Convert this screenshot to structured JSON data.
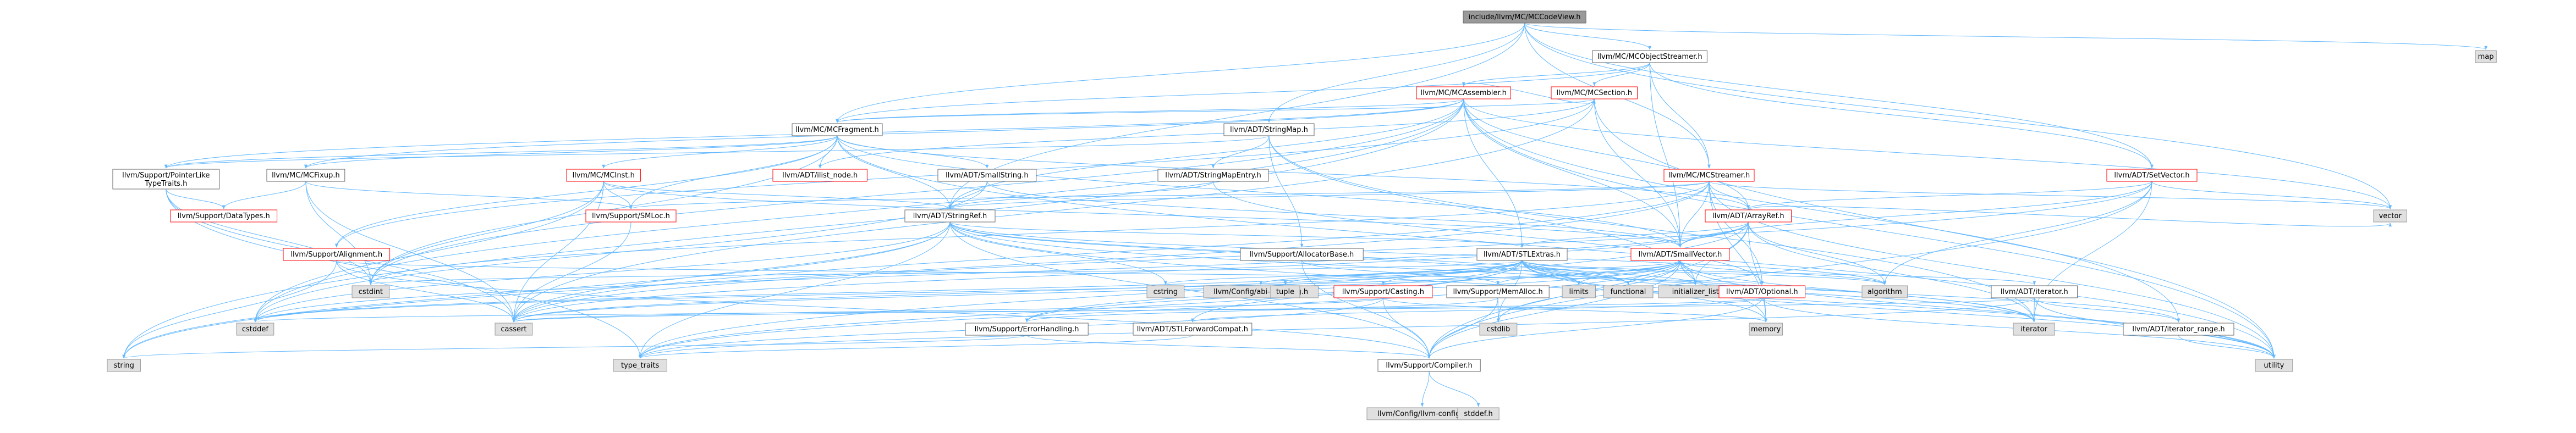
{
  "colors": {
    "root_fill": "#999999",
    "link_node_fill": "#ffffff",
    "link_node_border_red": "#ff0000",
    "link_node_border_gray": "#666666",
    "system_header_fill": "#e0e0e0",
    "system_header_border": "#999999",
    "edge": "#63b8ff"
  },
  "nodes": [
    {
      "id": "root",
      "label": "include/llvm/MC/MCCodeView.h",
      "kind": "root"
    },
    {
      "id": "mcobjstreamer",
      "label": "llvm/MC/MCObjectStreamer.h",
      "kind": "gray"
    },
    {
      "id": "map",
      "label": "map",
      "kind": "sys"
    },
    {
      "id": "mcassembler",
      "label": "llvm/MC/MCAssembler.h",
      "kind": "red"
    },
    {
      "id": "mcsection",
      "label": "llvm/MC/MCSection.h",
      "kind": "red"
    },
    {
      "id": "mcfragment",
      "label": "llvm/MC/MCFragment.h",
      "kind": "gray"
    },
    {
      "id": "stringmap",
      "label": "llvm/ADT/StringMap.h",
      "kind": "gray"
    },
    {
      "id": "pointerlike",
      "label": "llvm/Support/PointerLike\nTypeTraits.h",
      "kind": "gray"
    },
    {
      "id": "mcfixup",
      "label": "llvm/MC/MCFixup.h",
      "kind": "gray"
    },
    {
      "id": "mcinst",
      "label": "llvm/MC/MCInst.h",
      "kind": "red"
    },
    {
      "id": "ilistnode",
      "label": "llvm/ADT/ilist_node.h",
      "kind": "red"
    },
    {
      "id": "smallstring",
      "label": "llvm/ADT/SmallString.h",
      "kind": "gray"
    },
    {
      "id": "stringmapentry",
      "label": "llvm/ADT/StringMapEntry.h",
      "kind": "gray"
    },
    {
      "id": "mcstreamer",
      "label": "llvm/MC/MCStreamer.h",
      "kind": "red"
    },
    {
      "id": "setvector",
      "label": "llvm/ADT/SetVector.h",
      "kind": "red"
    },
    {
      "id": "datatypes",
      "label": "llvm/Support/DataTypes.h",
      "kind": "red"
    },
    {
      "id": "smloc",
      "label": "llvm/Support/SMLoc.h",
      "kind": "red"
    },
    {
      "id": "stringref",
      "label": "llvm/ADT/StringRef.h",
      "kind": "gray"
    },
    {
      "id": "arrayref",
      "label": "llvm/ADT/ArrayRef.h",
      "kind": "red"
    },
    {
      "id": "alignment",
      "label": "llvm/Support/Alignment.h",
      "kind": "red"
    },
    {
      "id": "allocatorbase",
      "label": "llvm/Support/AllocatorBase.h",
      "kind": "gray"
    },
    {
      "id": "stlextras",
      "label": "llvm/ADT/STLExtras.h",
      "kind": "gray"
    },
    {
      "id": "smallvector",
      "label": "llvm/ADT/SmallVector.h",
      "kind": "red"
    },
    {
      "id": "vector",
      "label": "vector",
      "kind": "sys"
    },
    {
      "id": "cstdint",
      "label": "cstdint",
      "kind": "sys"
    },
    {
      "id": "cstring",
      "label": "cstring",
      "kind": "sys"
    },
    {
      "id": "abibreaking",
      "label": "llvm/Config/abi-breaking.h",
      "kind": "sys"
    },
    {
      "id": "tuple",
      "label": "tuple",
      "kind": "sys"
    },
    {
      "id": "casting",
      "label": "llvm/Support/Casting.h",
      "kind": "red"
    },
    {
      "id": "memalloc",
      "label": "llvm/Support/MemAlloc.h",
      "kind": "gray"
    },
    {
      "id": "limits",
      "label": "limits",
      "kind": "sys"
    },
    {
      "id": "functional",
      "label": "functional",
      "kind": "sys"
    },
    {
      "id": "initlist",
      "label": "initializer_list",
      "kind": "sys"
    },
    {
      "id": "optional",
      "label": "llvm/ADT/Optional.h",
      "kind": "red"
    },
    {
      "id": "algorithm",
      "label": "algorithm",
      "kind": "sys"
    },
    {
      "id": "iteratorh",
      "label": "llvm/ADT/iterator.h",
      "kind": "gray"
    },
    {
      "id": "cstddef",
      "label": "cstddef",
      "kind": "sys"
    },
    {
      "id": "cassert",
      "label": "cassert",
      "kind": "sys"
    },
    {
      "id": "errorhandling",
      "label": "llvm/Support/ErrorHandling.h",
      "kind": "gray"
    },
    {
      "id": "stlforward",
      "label": "llvm/ADT/STLForwardCompat.h",
      "kind": "gray"
    },
    {
      "id": "cstdlib",
      "label": "cstdlib",
      "kind": "sys"
    },
    {
      "id": "memory",
      "label": "memory",
      "kind": "sys"
    },
    {
      "id": "iterator",
      "label": "iterator",
      "kind": "sys"
    },
    {
      "id": "iteratorrange",
      "label": "llvm/ADT/iterator_range.h",
      "kind": "gray"
    },
    {
      "id": "string",
      "label": "string",
      "kind": "sys"
    },
    {
      "id": "typetraits",
      "label": "type_traits",
      "kind": "sys"
    },
    {
      "id": "compiler",
      "label": "llvm/Support/Compiler.h",
      "kind": "gray"
    },
    {
      "id": "utility",
      "label": "utility",
      "kind": "sys"
    },
    {
      "id": "llvmconfig",
      "label": "llvm/Config/llvm-config.h",
      "kind": "sys"
    },
    {
      "id": "cstddef2",
      "label": "stddef.h",
      "kind": "sys"
    }
  ],
  "edges": [
    [
      "root",
      "mcobjstreamer"
    ],
    [
      "root",
      "map"
    ],
    [
      "root",
      "mcfragment"
    ],
    [
      "root",
      "stringmap"
    ],
    [
      "root",
      "stringref"
    ],
    [
      "root",
      "vector"
    ],
    [
      "root",
      "setvector"
    ],
    [
      "root",
      "mcstreamer"
    ],
    [
      "mcobjstreamer",
      "mcassembler"
    ],
    [
      "mcobjstreamer",
      "mcsection"
    ],
    [
      "mcobjstreamer",
      "mcfragment"
    ],
    [
      "mcobjstreamer",
      "mcstreamer"
    ],
    [
      "mcobjstreamer",
      "setvector"
    ],
    [
      "mcobjstreamer",
      "smallvector"
    ],
    [
      "mcassembler",
      "mcfragment"
    ],
    [
      "mcassembler",
      "mcsection"
    ],
    [
      "mcassembler",
      "mcfixup"
    ],
    [
      "mcassembler",
      "stringref"
    ],
    [
      "mcassembler",
      "arrayref"
    ],
    [
      "mcassembler",
      "stlextras"
    ],
    [
      "mcassembler",
      "smallvector"
    ],
    [
      "mcassembler",
      "string"
    ],
    [
      "mcassembler",
      "vector"
    ],
    [
      "mcassembler",
      "utility"
    ],
    [
      "mcassembler",
      "cstddef"
    ],
    [
      "mcassembler",
      "cstdint"
    ],
    [
      "mcassembler",
      "iteratorrange"
    ],
    [
      "mcassembler",
      "pointerlike"
    ],
    [
      "mcsection",
      "mcfragment"
    ],
    [
      "mcsection",
      "smallvector"
    ],
    [
      "mcsection",
      "alignment"
    ],
    [
      "mcsection",
      "ilistnode"
    ],
    [
      "mcsection",
      "cassert"
    ],
    [
      "mcsection",
      "utility"
    ],
    [
      "mcfragment",
      "pointerlike"
    ],
    [
      "mcfragment",
      "mcfixup"
    ],
    [
      "mcfragment",
      "mcinst"
    ],
    [
      "mcfragment",
      "ilistnode"
    ],
    [
      "mcfragment",
      "smallstring"
    ],
    [
      "mcfragment",
      "smallvector"
    ],
    [
      "mcfragment",
      "stringref"
    ],
    [
      "mcfragment",
      "arrayref"
    ],
    [
      "mcfragment",
      "alignment"
    ],
    [
      "mcfragment",
      "smloc"
    ],
    [
      "mcfragment",
      "cstdint"
    ],
    [
      "mcfragment",
      "utility"
    ],
    [
      "stringmap",
      "stringmapentry"
    ],
    [
      "stringmap",
      "allocatorbase"
    ],
    [
      "stringmap",
      "pointerlike"
    ],
    [
      "stringmap",
      "iterator"
    ],
    [
      "stringmap",
      "initlist"
    ],
    [
      "pointerlike",
      "datatypes"
    ],
    [
      "pointerlike",
      "cassert"
    ],
    [
      "pointerlike",
      "cstdint"
    ],
    [
      "pointerlike",
      "typetraits"
    ],
    [
      "mcfixup",
      "datatypes"
    ],
    [
      "mcfixup",
      "smloc"
    ],
    [
      "mcfixup",
      "cassert"
    ],
    [
      "mcfixup",
      "cstdint"
    ],
    [
      "mcinst",
      "smallvector"
    ],
    [
      "mcinst",
      "smloc"
    ],
    [
      "mcinst",
      "stringref"
    ],
    [
      "mcinst",
      "cassert"
    ],
    [
      "mcinst",
      "cstddef"
    ],
    [
      "mcinst",
      "cstdint"
    ],
    [
      "smallstring",
      "smallvector"
    ],
    [
      "smallstring",
      "stringref"
    ],
    [
      "smallstring",
      "cstddef"
    ],
    [
      "stringmapentry",
      "stringref"
    ],
    [
      "stringmapentry",
      "optional"
    ],
    [
      "mcstreamer",
      "arrayref"
    ],
    [
      "mcstreamer",
      "smallvector"
    ],
    [
      "mcstreamer",
      "stringref"
    ],
    [
      "mcstreamer",
      "smloc"
    ],
    [
      "mcstreamer",
      "optional"
    ],
    [
      "mcstreamer",
      "cassert"
    ],
    [
      "mcstreamer",
      "cstdint"
    ],
    [
      "mcstreamer",
      "memory"
    ],
    [
      "mcstreamer",
      "string"
    ],
    [
      "mcstreamer",
      "utility"
    ],
    [
      "mcstreamer",
      "vector"
    ],
    [
      "setvector",
      "arrayref"
    ],
    [
      "setvector",
      "smallvector"
    ],
    [
      "setvector",
      "compiler"
    ],
    [
      "setvector",
      "algorithm"
    ],
    [
      "setvector",
      "cassert"
    ],
    [
      "setvector",
      "iterator"
    ],
    [
      "setvector",
      "vector"
    ],
    [
      "smloc",
      "cassert"
    ],
    [
      "stringref",
      "stlextras"
    ],
    [
      "stringref",
      "compiler"
    ],
    [
      "stringref",
      "algorithm"
    ],
    [
      "stringref",
      "cassert"
    ],
    [
      "stringref",
      "cstddef"
    ],
    [
      "stringref",
      "cstring"
    ],
    [
      "stringref",
      "functional"
    ],
    [
      "stringref",
      "iterator"
    ],
    [
      "stringref",
      "limits"
    ],
    [
      "stringref",
      "string"
    ],
    [
      "stringref",
      "typetraits"
    ],
    [
      "stringref",
      "utility"
    ],
    [
      "arrayref",
      "smallvector"
    ],
    [
      "arrayref",
      "stlextras"
    ],
    [
      "arrayref",
      "compiler"
    ],
    [
      "arrayref",
      "algorithm"
    ],
    [
      "arrayref",
      "cassert"
    ],
    [
      "arrayref",
      "cstddef"
    ],
    [
      "arrayref",
      "initlist"
    ],
    [
      "arrayref",
      "iterator"
    ],
    [
      "arrayref",
      "memory"
    ],
    [
      "arrayref",
      "typetraits"
    ],
    [
      "arrayref",
      "vector"
    ],
    [
      "alignment",
      "compiler"
    ],
    [
      "alignment",
      "cassert"
    ],
    [
      "alignment",
      "optional"
    ],
    [
      "alignment",
      "string"
    ],
    [
      "allocatorbase",
      "compiler"
    ],
    [
      "allocatorbase",
      "memalloc"
    ],
    [
      "allocatorbase",
      "type_traits"
    ],
    [
      "stlextras",
      "stlforward"
    ],
    [
      "stlextras",
      "iteratorh"
    ],
    [
      "stlextras",
      "iteratorrange"
    ],
    [
      "stlextras",
      "abibreaking"
    ],
    [
      "stlextras",
      "errorhandling"
    ],
    [
      "stlextras",
      "casting"
    ],
    [
      "stlextras",
      "algorithm"
    ],
    [
      "stlextras",
      "cassert"
    ],
    [
      "stlextras",
      "cstddef"
    ],
    [
      "stlextras",
      "cstdint"
    ],
    [
      "stlextras",
      "cstdlib"
    ],
    [
      "stlextras",
      "functional"
    ],
    [
      "stlextras",
      "initlist"
    ],
    [
      "stlextras",
      "iterator"
    ],
    [
      "stlextras",
      "limits"
    ],
    [
      "stlextras",
      "memory"
    ],
    [
      "stlextras",
      "tuple"
    ],
    [
      "stlextras",
      "typetraits"
    ],
    [
      "stlextras",
      "utility"
    ],
    [
      "smallvector",
      "compiler"
    ],
    [
      "smallvector",
      "errorhandling"
    ],
    [
      "smallvector",
      "memalloc"
    ],
    [
      "smallvector",
      "algorithm"
    ],
    [
      "smallvector",
      "cassert"
    ],
    [
      "smallvector",
      "cstddef"
    ],
    [
      "smallvector",
      "cstdlib"
    ],
    [
      "smallvector",
      "cstring"
    ],
    [
      "smallvector",
      "functional"
    ],
    [
      "smallvector",
      "initlist"
    ],
    [
      "smallvector",
      "iterator"
    ],
    [
      "smallvector",
      "limits"
    ],
    [
      "smallvector",
      "memory"
    ],
    [
      "smallvector",
      "typetraits"
    ],
    [
      "smallvector",
      "utility"
    ],
    [
      "casting",
      "compiler"
    ],
    [
      "casting",
      "cassert"
    ],
    [
      "casting",
      "memory"
    ],
    [
      "casting",
      "typetraits"
    ],
    [
      "memalloc",
      "compiler"
    ],
    [
      "memalloc",
      "errorhandling"
    ],
    [
      "memalloc",
      "cstdlib"
    ],
    [
      "optional",
      "stlforward"
    ],
    [
      "optional",
      "compiler"
    ],
    [
      "optional",
      "cassert"
    ],
    [
      "optional",
      "new"
    ],
    [
      "optional",
      "utility"
    ],
    [
      "iteratorh",
      "iteratorrange"
    ],
    [
      "iteratorh",
      "cstddef"
    ],
    [
      "iteratorh",
      "iterator"
    ],
    [
      "iteratorh",
      "typetraits"
    ],
    [
      "iteratorh",
      "utility"
    ],
    [
      "iteratorrange",
      "utility"
    ],
    [
      "errorhandling",
      "compiler"
    ],
    [
      "errorhandling",
      "string"
    ],
    [
      "stlforward",
      "typetraits"
    ],
    [
      "compiler",
      "llvmconfig"
    ],
    [
      "compiler",
      "cstddef2"
    ]
  ]
}
